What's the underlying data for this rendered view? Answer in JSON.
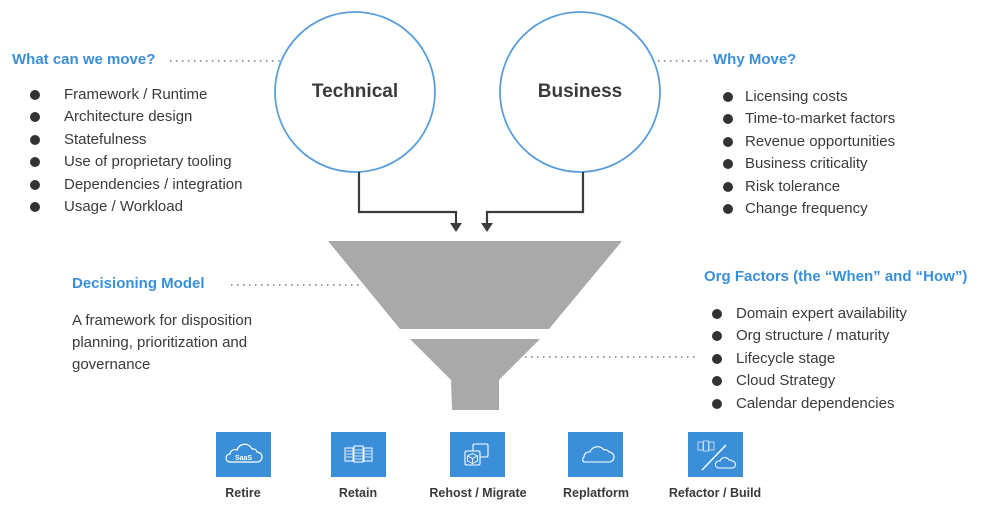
{
  "colors": {
    "accent": "#3a8fd9",
    "circle_stroke": "#5a9fdb",
    "funnel": "#a9a9ab",
    "tile": "#3b8fd8",
    "text": "#3a3a3a",
    "connector": "#3d3d3d"
  },
  "circles": {
    "technical": "Technical",
    "business": "Business"
  },
  "what_can_we_move": {
    "heading": "What can we move?",
    "items": [
      "Framework / Runtime",
      "Architecture design",
      "Statefulness",
      "Use of proprietary tooling",
      "Dependencies / integration",
      "Usage / Workload"
    ]
  },
  "why_move": {
    "heading": "Why Move?",
    "items": [
      "Licensing costs",
      "Time-to-market factors",
      "Revenue opportunities",
      "Business criticality",
      "Risk tolerance",
      "Change frequency"
    ]
  },
  "decisioning_model": {
    "heading": "Decisioning Model",
    "description_lines": [
      "A framework for disposition",
      "planning, prioritization and",
      "governance"
    ]
  },
  "org_factors": {
    "heading": "Org Factors (the “When” and “How”)",
    "items": [
      "Domain expert availability",
      "Org structure / maturity",
      "Lifecycle stage",
      "Cloud Strategy",
      "Calendar dependencies"
    ]
  },
  "outcomes": [
    {
      "label": "Retire",
      "icon": "saas-cloud-icon",
      "icon_text": "SaaS"
    },
    {
      "label": "Retain",
      "icon": "server-rack-icon"
    },
    {
      "label": "Rehost / Migrate",
      "icon": "box-move-icon"
    },
    {
      "label": "Replatform",
      "icon": "cloud-icon"
    },
    {
      "label": "Refactor / Build",
      "icon": "server-to-cloud-icon"
    }
  ]
}
